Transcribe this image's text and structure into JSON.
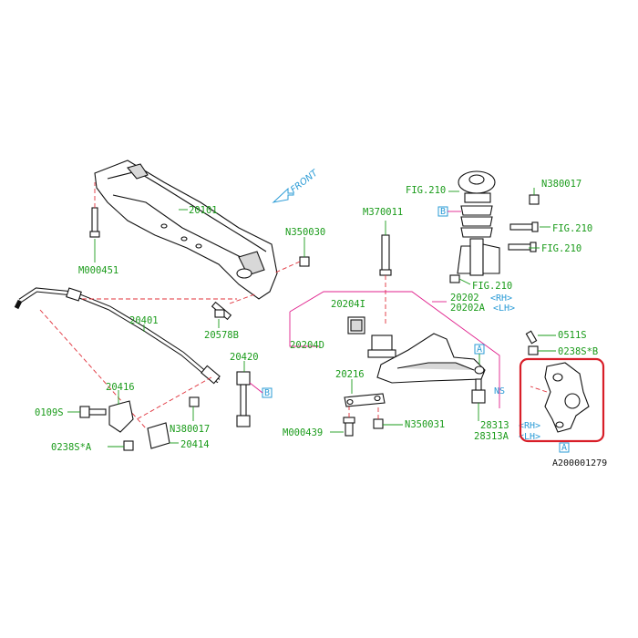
{
  "labels": {
    "front": "FRONT",
    "l20101": "20101",
    "l_m000451": "M000451",
    "l_n350030": "N350030",
    "l_m370011": "M370011",
    "l_fig210_a": "FIG.210",
    "l_n380017_top": "N380017",
    "l_fig210_b": "FIG.210",
    "l_fig210_c": "FIG.210",
    "l_fig210_d": "FIG.210",
    "l20401": "20401",
    "l20578b": "20578B",
    "l20204i": "20204I",
    "l20202": "20202",
    "l20202_rh": "<RH>",
    "l20202a": "20202A",
    "l20202a_lh": "<LH>",
    "l20204d": "20204D",
    "l20420": "20420",
    "l0511s": "0511S",
    "l0238sb": "0238S*B",
    "l20216": "20216",
    "l20416": "20416",
    "l0109s": "0109S",
    "l_n380017_bot": "N380017",
    "l0238sa": "0238S*A",
    "l20414": "20414",
    "l_m000439": "M000439",
    "l_n350031": "N350031",
    "l28313": "28313",
    "l28313_rh": "<RH>",
    "l28313a": "28313A",
    "l28313a_lh": "<LH>",
    "ns": "NS",
    "ref_b": "B",
    "ref_a": "A",
    "code": "A200001279"
  },
  "colors": {
    "label_green": "#1a9b1a",
    "ref_blue": "#2a9bd6",
    "guide_magenta": "#e0208c",
    "dash_red": "#e0303a",
    "highlight_red": "#d81e28"
  }
}
